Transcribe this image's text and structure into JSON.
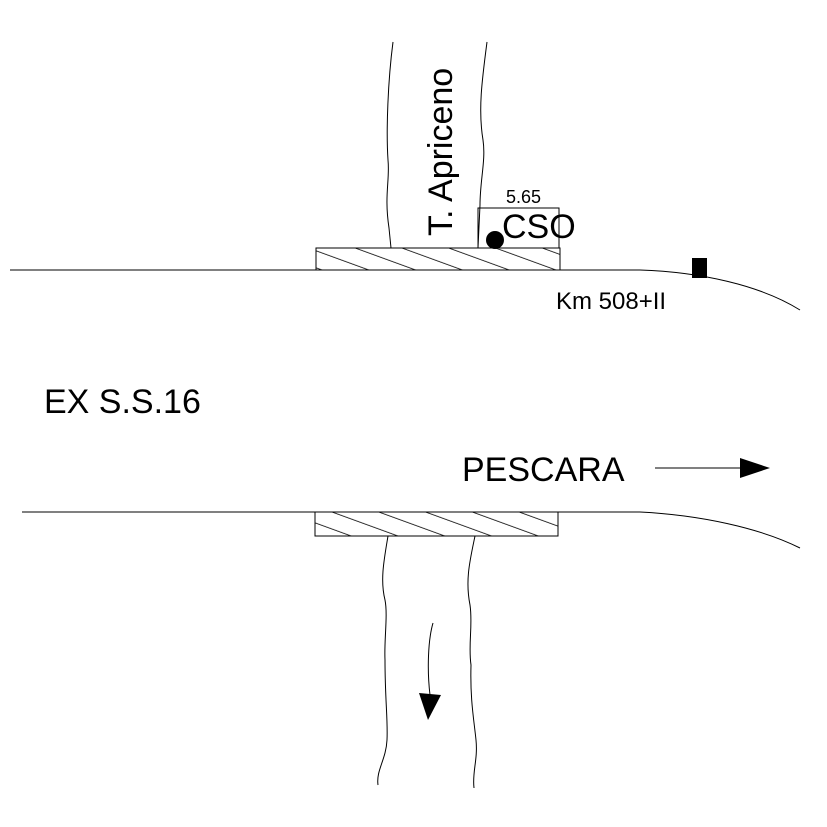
{
  "labels": {
    "torrent": "T. Apriceno",
    "dimension": "5.65",
    "station": "CSO",
    "kilometer": "Km 508+II",
    "road": "EX S.S.16",
    "direction": "PESCARA"
  },
  "colors": {
    "ink": "#000000",
    "paper": "#ffffff"
  }
}
